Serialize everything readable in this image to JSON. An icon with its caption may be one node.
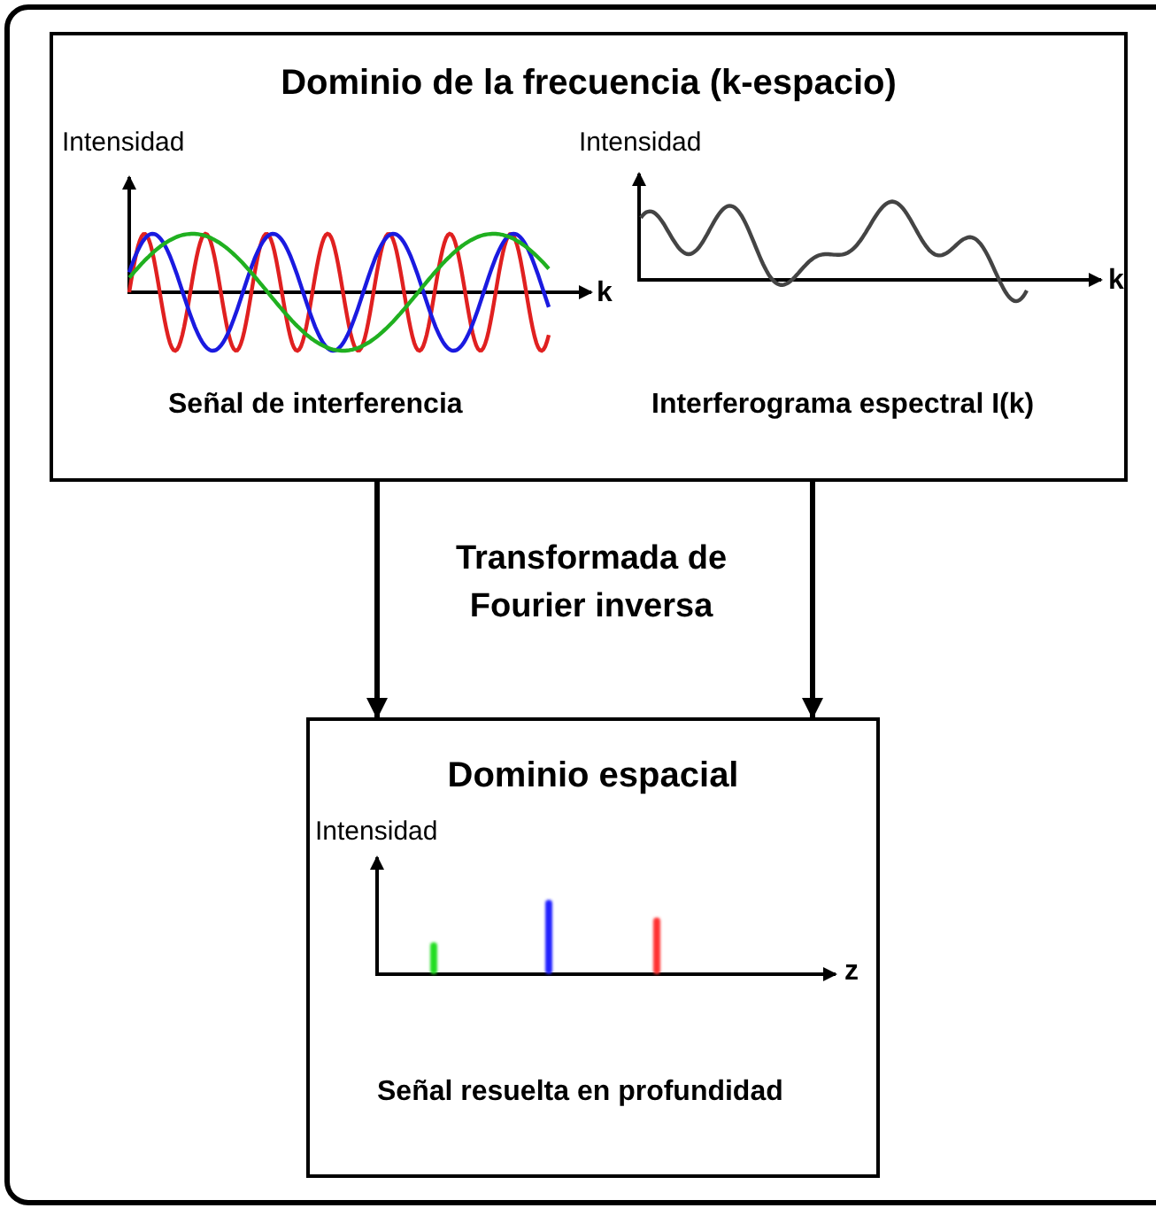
{
  "diagram": {
    "nodes": [
      {
        "text": [
          "Dominio de la frecuencia (k-espacio)"
        ]
      },
      {
        "text": [
          "Dominio espacial"
        ]
      }
    ],
    "edges": [
      {
        "from": 0,
        "to": 1,
        "arrow": "to",
        "label": "Transformada de Fourier inversa"
      },
      {
        "from": 0,
        "to": 1,
        "arrow": "to"
      }
    ],
    "labels": [
      "Intensidad",
      "Intensidad",
      "k",
      "k",
      "Señal de interferencia",
      "Interferograma espectral I(k)",
      "Intensidad",
      "z",
      "Señal resuelta en profundidad"
    ]
  }
}
